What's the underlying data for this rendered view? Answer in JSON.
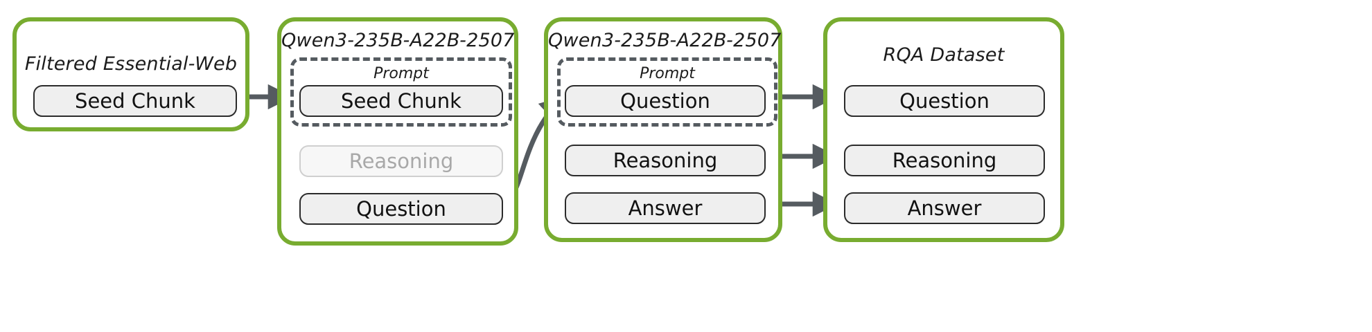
{
  "diagram": {
    "title": "RQA dataset generation pipeline",
    "colors": {
      "group_border": "#78ac30",
      "pill_fill": "#efefef",
      "pill_border": "#2b2b2b",
      "muted_text": "#a8a8a8",
      "arrow": "#555b60",
      "dashed_border": "#555b60",
      "background": "#ffffff"
    },
    "groups": [
      {
        "id": "filtered-essential-web",
        "title": "Filtered Essential-Web",
        "nodes": [
          {
            "id": "seed-chunk-src",
            "label": "Seed Chunk",
            "state": "normal"
          }
        ]
      },
      {
        "id": "qwen-stage-1",
        "title": "Qwen3-235B-A22B-2507",
        "prompt_label": "Prompt",
        "nodes": [
          {
            "id": "prompt-seed-chunk",
            "label": "Seed Chunk",
            "state": "normal",
            "in_prompt": true
          },
          {
            "id": "stage1-reasoning",
            "label": "Reasoning",
            "state": "muted",
            "in_prompt": false
          },
          {
            "id": "stage1-question",
            "label": "Question",
            "state": "normal",
            "in_prompt": false
          }
        ]
      },
      {
        "id": "qwen-stage-2",
        "title": "Qwen3-235B-A22B-2507",
        "prompt_label": "Prompt",
        "nodes": [
          {
            "id": "prompt-question",
            "label": "Question",
            "state": "normal",
            "in_prompt": true
          },
          {
            "id": "stage2-reasoning",
            "label": "Reasoning",
            "state": "normal",
            "in_prompt": false
          },
          {
            "id": "stage2-answer",
            "label": "Answer",
            "state": "normal",
            "in_prompt": false
          }
        ]
      },
      {
        "id": "rqa-dataset",
        "title": "RQA Dataset",
        "nodes": [
          {
            "id": "out-question",
            "label": "Question",
            "state": "normal"
          },
          {
            "id": "out-reasoning",
            "label": "Reasoning",
            "state": "normal"
          },
          {
            "id": "out-answer",
            "label": "Answer",
            "state": "normal"
          }
        ]
      }
    ],
    "edges": [
      {
        "id": "edge-seed-to-prompt",
        "from": "seed-chunk-src",
        "to": "prompt-seed-chunk",
        "style": "straight"
      },
      {
        "id": "edge-question-to-prompt",
        "from": "stage1-question",
        "to": "prompt-question",
        "style": "curved"
      },
      {
        "id": "edge-question-out",
        "from": "prompt-question",
        "to": "out-question",
        "style": "straight"
      },
      {
        "id": "edge-reasoning-out",
        "from": "stage2-reasoning",
        "to": "out-reasoning",
        "style": "straight"
      },
      {
        "id": "edge-answer-out",
        "from": "stage2-answer",
        "to": "out-answer",
        "style": "straight"
      }
    ]
  }
}
